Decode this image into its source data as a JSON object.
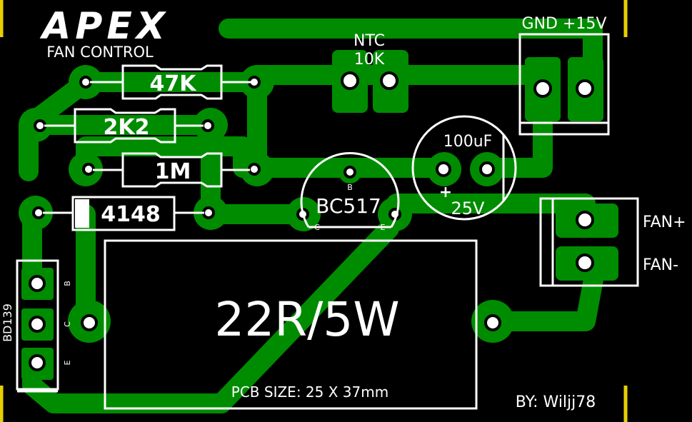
{
  "colors": {
    "background": "#000000",
    "copper": "#008c00",
    "silkscreen": "#ffffff",
    "corner_marks": "#e8d000"
  },
  "logo": {
    "text": "APEX",
    "subtitle": "FAN CONTROL"
  },
  "components": {
    "r1": "47K",
    "r2": "2K2",
    "r3": "1M",
    "diode": "4148",
    "ntc_name": "NTC",
    "ntc_value": "10K",
    "capacitor_value": "100uF",
    "capacitor_voltage": "25V",
    "capacitor_polarity": "+",
    "transistor": "BC517",
    "transistor_pins": {
      "b": "B",
      "c": "C",
      "e": "E"
    },
    "power_resistor": "22R/5W",
    "bd139": "BD139",
    "bd139_pins": {
      "b": "B",
      "c": "C",
      "e": "E"
    }
  },
  "connectors": {
    "power_label": "GND +15V",
    "fan_plus": "FAN+",
    "fan_minus": "FAN-"
  },
  "footer": {
    "pcb_size": "PCB SIZE: 25 X 37mm",
    "author": "BY: Wiljj78"
  }
}
